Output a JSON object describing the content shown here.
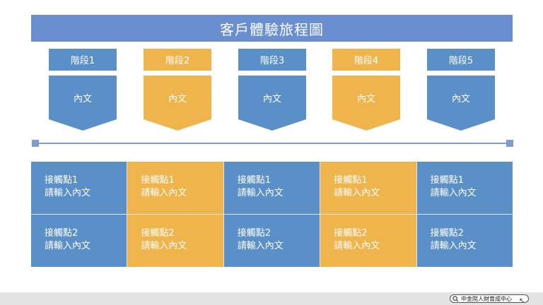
{
  "title": "客戶體驗旅程圖",
  "colors": {
    "blue": "#5b8fc7",
    "orange": "#f0b44c",
    "title_bg": "#6a8fd1",
    "timeline": "#7f9bd0"
  },
  "stages": [
    {
      "label": "階段1",
      "content": "內文",
      "color": "blue"
    },
    {
      "label": "階段2",
      "content": "內文",
      "color": "orange"
    },
    {
      "label": "階段3",
      "content": "內文",
      "color": "blue"
    },
    {
      "label": "階段4",
      "content": "內文",
      "color": "orange"
    },
    {
      "label": "階段5",
      "content": "內文",
      "color": "blue"
    }
  ],
  "touchpoints": {
    "row1": [
      {
        "title": "接觸點1",
        "text": "請輸入內文"
      },
      {
        "title": "接觸點1",
        "text": "請輸入內文"
      },
      {
        "title": "接觸點1",
        "text": "請輸入內文"
      },
      {
        "title": "接觸點1",
        "text": "請輸入內文"
      },
      {
        "title": "接觸點1",
        "text": "請輸入內文"
      }
    ],
    "row2": [
      {
        "title": "接觸點2",
        "text": "請輸入內文"
      },
      {
        "title": "接觸點2",
        "text": "請輸入內文"
      },
      {
        "title": "接觸點2",
        "text": "請輸入內文"
      },
      {
        "title": "接觸點2",
        "text": "請輸入內文"
      },
      {
        "title": "接觸點2",
        "text": "請輸入內文"
      }
    ]
  },
  "footer": {
    "search_text": "中金院人財育成中心",
    "search_icon": "search-icon"
  }
}
